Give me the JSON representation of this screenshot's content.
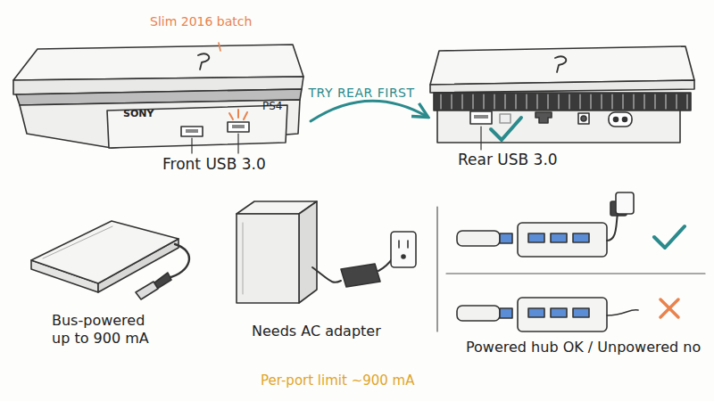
{
  "diagram": {
    "nodes": [
      {
        "text": [
          "SONY",
          "PS4",
          "Front USB 3.0"
        ]
      },
      {
        "text": [
          "Rear USB 3.0"
        ]
      }
    ],
    "edges": [
      {
        "from": 0,
        "to": 1,
        "arrow": "to",
        "label": "TRY REAR FIRST"
      }
    ],
    "labels": [
      "Slim 2016 batch",
      "Bus-powered up to 900 mA",
      "Needs AC adapter",
      "Powered hub OK / Unpowered no",
      "Per-port limit ~900 mA"
    ]
  }
}
